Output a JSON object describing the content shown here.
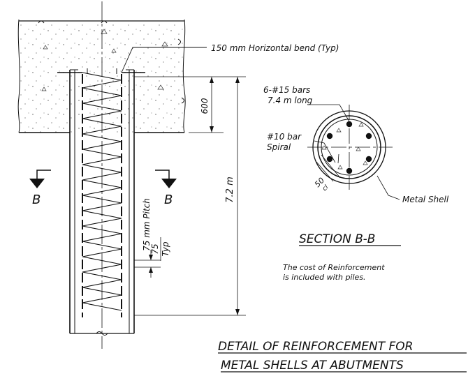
{
  "labels": {
    "horizontal_bend": "150 mm Horizontal bend (Typ)",
    "bars": "6-#15 bars",
    "bars_length": "7.4 m long",
    "spiral_bar": "#10 bar",
    "spiral": "Spiral",
    "cover": "50",
    "cover_suffix": "cl",
    "metal_shell": "Metal Shell",
    "dim_600": "600",
    "dim_total": "7.2 m",
    "pitch_value": "75 mm Pitch",
    "pitch_small": "75",
    "pitch_typ": "Typ",
    "section_left": "B",
    "section_right": "B"
  },
  "section_title": "SECTION B-B",
  "note_line1": "The cost of Reinforcement",
  "note_line2": "is included with piles.",
  "title_line1": "DETAIL OF REINFORCEMENT FOR",
  "title_line2": "METAL SHELLS AT ABUTMENTS"
}
